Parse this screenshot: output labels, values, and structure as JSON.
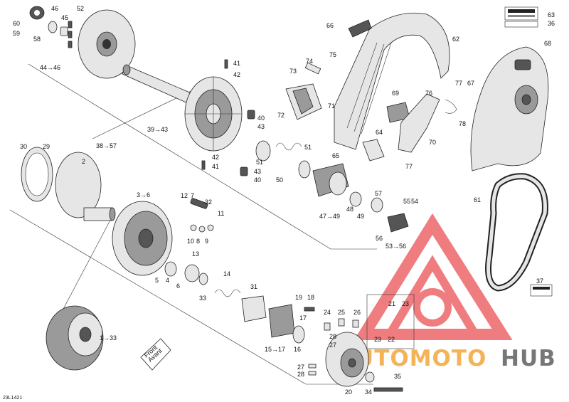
{
  "diagram_code": "23L1421",
  "labels": [
    {
      "id": "l60",
      "text": "60"
    },
    {
      "id": "l59",
      "text": "59"
    },
    {
      "id": "l58",
      "text": "58"
    },
    {
      "id": "l46a",
      "text": "46"
    },
    {
      "id": "l45",
      "text": "45"
    },
    {
      "id": "l52",
      "text": "52"
    },
    {
      "id": "l44",
      "text": "44→46"
    },
    {
      "id": "l41a",
      "text": "41"
    },
    {
      "id": "l42a",
      "text": "42"
    },
    {
      "id": "l40a",
      "text": "40"
    },
    {
      "id": "l43a",
      "text": "43"
    },
    {
      "id": "l39",
      "text": "39→43"
    },
    {
      "id": "l38",
      "text": "38→57"
    },
    {
      "id": "l42b",
      "text": "42"
    },
    {
      "id": "l41b",
      "text": "41"
    },
    {
      "id": "l43b",
      "text": "43"
    },
    {
      "id": "l40b",
      "text": "40"
    },
    {
      "id": "l51a",
      "text": "51"
    },
    {
      "id": "l50",
      "text": "50"
    },
    {
      "id": "l51b",
      "text": "51"
    },
    {
      "id": "l47",
      "text": "47→49"
    },
    {
      "id": "l48",
      "text": "48"
    },
    {
      "id": "l49",
      "text": "49"
    },
    {
      "id": "l57",
      "text": "57"
    },
    {
      "id": "l55",
      "text": "55"
    },
    {
      "id": "l54",
      "text": "54"
    },
    {
      "id": "l56",
      "text": "56"
    },
    {
      "id": "l53",
      "text": "53→56"
    },
    {
      "id": "l30",
      "text": "30"
    },
    {
      "id": "l29",
      "text": "29"
    },
    {
      "id": "l2",
      "text": "2"
    },
    {
      "id": "l3",
      "text": "3→6"
    },
    {
      "id": "l12",
      "text": "12"
    },
    {
      "id": "l7",
      "text": "7"
    },
    {
      "id": "l32",
      "text": "32"
    },
    {
      "id": "l11",
      "text": "11"
    },
    {
      "id": "l10",
      "text": "10"
    },
    {
      "id": "l8",
      "text": "8"
    },
    {
      "id": "l9",
      "text": "9"
    },
    {
      "id": "l13",
      "text": "13"
    },
    {
      "id": "l5",
      "text": "5"
    },
    {
      "id": "l4",
      "text": "4"
    },
    {
      "id": "l6",
      "text": "6"
    },
    {
      "id": "l14",
      "text": "14"
    },
    {
      "id": "l33",
      "text": "33"
    },
    {
      "id": "l31",
      "text": "31"
    },
    {
      "id": "l1",
      "text": "1→33"
    },
    {
      "id": "l19",
      "text": "19"
    },
    {
      "id": "l18",
      "text": "18"
    },
    {
      "id": "l17a",
      "text": "17"
    },
    {
      "id": "l15",
      "text": "15→17"
    },
    {
      "id": "l16",
      "text": "16"
    },
    {
      "id": "l24",
      "text": "24"
    },
    {
      "id": "l25",
      "text": "25"
    },
    {
      "id": "l26",
      "text": "26"
    },
    {
      "id": "l28a",
      "text": "28"
    },
    {
      "id": "l27a",
      "text": "27"
    },
    {
      "id": "l27b",
      "text": "27"
    },
    {
      "id": "l28b",
      "text": "28"
    },
    {
      "id": "l20",
      "text": "20"
    },
    {
      "id": "l21",
      "text": "21"
    },
    {
      "id": "l23a",
      "text": "23"
    },
    {
      "id": "l23b",
      "text": "23"
    },
    {
      "id": "l22",
      "text": "22"
    },
    {
      "id": "l34",
      "text": "34"
    },
    {
      "id": "l35",
      "text": "35"
    },
    {
      "id": "l66",
      "text": "66"
    },
    {
      "id": "l62",
      "text": "62"
    },
    {
      "id": "l63",
      "text": "63"
    },
    {
      "id": "l36",
      "text": "36"
    },
    {
      "id": "l68",
      "text": "68"
    },
    {
      "id": "l67",
      "text": "67"
    },
    {
      "id": "l75",
      "text": "75"
    },
    {
      "id": "l74",
      "text": "74"
    },
    {
      "id": "l73",
      "text": "73"
    },
    {
      "id": "l71",
      "text": "71"
    },
    {
      "id": "l72",
      "text": "72"
    },
    {
      "id": "l69",
      "text": "69"
    },
    {
      "id": "l76",
      "text": "76"
    },
    {
      "id": "l77a",
      "text": "77"
    },
    {
      "id": "l78",
      "text": "78"
    },
    {
      "id": "l64",
      "text": "64"
    },
    {
      "id": "l65",
      "text": "65"
    },
    {
      "id": "l70",
      "text": "70"
    },
    {
      "id": "l77b",
      "text": "77"
    },
    {
      "id": "l61",
      "text": "61"
    },
    {
      "id": "l37",
      "text": "37"
    }
  ],
  "direction_sign": {
    "line1": "Front",
    "line2": "Avant"
  },
  "watermark": {
    "word1": "AUTOMOTO",
    "word2": "HUB",
    "color_red": "#e3141a",
    "color_orange": "#f29a1f",
    "color_dark": "#4a4a4a"
  }
}
